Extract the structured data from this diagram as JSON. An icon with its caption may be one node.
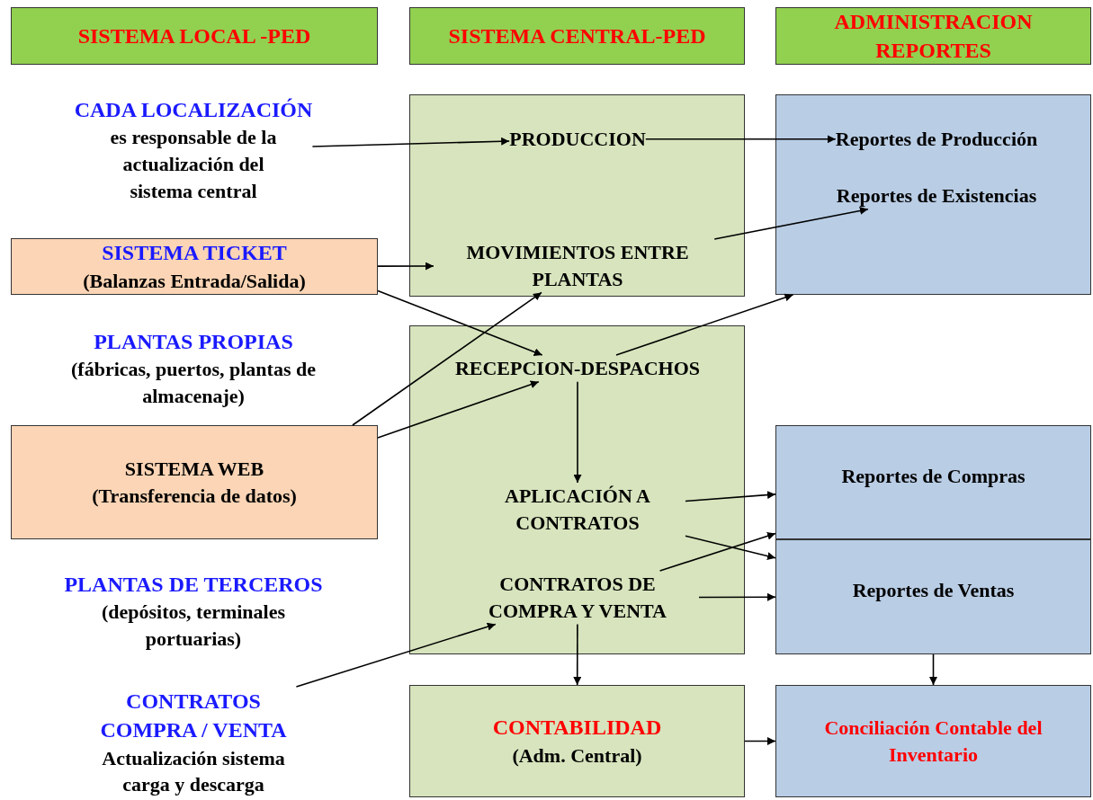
{
  "diagram": {
    "nodes": [
      {
        "text": [
          "SISTEMA LOCAL -PED"
        ]
      },
      {
        "text": [
          "SISTEMA CENTRAL-PED"
        ]
      },
      {
        "text": [
          "ADMINISTRACION REPORTES"
        ]
      },
      {
        "text": [
          "CADA LOCALIZACIÓN",
          "es responsable de la actualización del sistema central"
        ]
      },
      {
        "text": [],
        "shape": "box"
      },
      {
        "text": [
          "PRODUCCION"
        ],
        "in": 4
      },
      {
        "text": [
          "MOVIMIENTOS ENTRE PLANTAS"
        ],
        "in": 4
      },
      {
        "text": [],
        "shape": "box"
      },
      {
        "text": [
          "Reportes de Producción"
        ],
        "in": 7
      },
      {
        "text": [
          "Reportes de Existencias"
        ],
        "in": 7
      },
      {
        "text": [
          "SISTEMA TICKET",
          "(Balanzas Entrada/Salida)"
        ]
      },
      {
        "text": [],
        "shape": "box"
      },
      {
        "text": [
          "RECEPCION-DESPACHOS"
        ],
        "in": 11
      },
      {
        "text": [
          "APLICACIÓN A CONTRATOS"
        ],
        "in": 11
      },
      {
        "text": [
          "CONTRATOS DE COMPRA Y VENTA"
        ],
        "in": 11
      },
      {
        "text": [
          "SISTEMA WEB",
          "(Transferencia de datos)"
        ]
      },
      {
        "text": [
          "Reportes de Compras"
        ]
      },
      {
        "text": [
          "Reportes de Ventas"
        ]
      },
      {
        "text": [
          "CONTRATOS COMPRA / VENTA",
          "Actualización sistema carga y descarga"
        ]
      },
      {
        "text": [
          "CONTABILIDAD",
          "(Adm. Central)"
        ]
      },
      {
        "text": [
          "Conciliación Contable del Inventario"
        ]
      }
    ],
    "edges": [
      {
        "from": 3,
        "to": 5,
        "arrow": "to"
      },
      {
        "from": 5,
        "to": 8,
        "arrow": "to"
      },
      {
        "from": 6,
        "to": 9,
        "arrow": "to"
      },
      {
        "from": 10,
        "to": 6,
        "arrow": "to"
      },
      {
        "from": 10,
        "to": 12,
        "arrow": "to"
      },
      {
        "from": 15,
        "to": 6,
        "arrow": "to"
      },
      {
        "from": 15,
        "to": 12,
        "arrow": "to"
      },
      {
        "from": 12,
        "to": 7,
        "arrow": "to"
      },
      {
        "from": 12,
        "to": 13,
        "arrow": "to"
      },
      {
        "from": 13,
        "to": 16,
        "arrow": "to"
      },
      {
        "from": 13,
        "to": 17,
        "arrow": "to"
      },
      {
        "from": 14,
        "to": 16,
        "arrow": "to"
      },
      {
        "from": 14,
        "to": 17,
        "arrow": "to"
      },
      {
        "from": 18,
        "to": 14,
        "arrow": "to"
      },
      {
        "from": 14,
        "to": 19,
        "arrow": "to"
      },
      {
        "from": 17,
        "to": 20,
        "arrow": "to"
      },
      {
        "from": 19,
        "to": 20,
        "arrow": "to"
      }
    ],
    "labels": [
      "PLANTAS PROPIAS",
      "(fábricas, puertos, plantas de almacenaje)",
      "PLANTAS DE TERCEROS",
      "(depósitos, terminales portuarias)"
    ]
  }
}
